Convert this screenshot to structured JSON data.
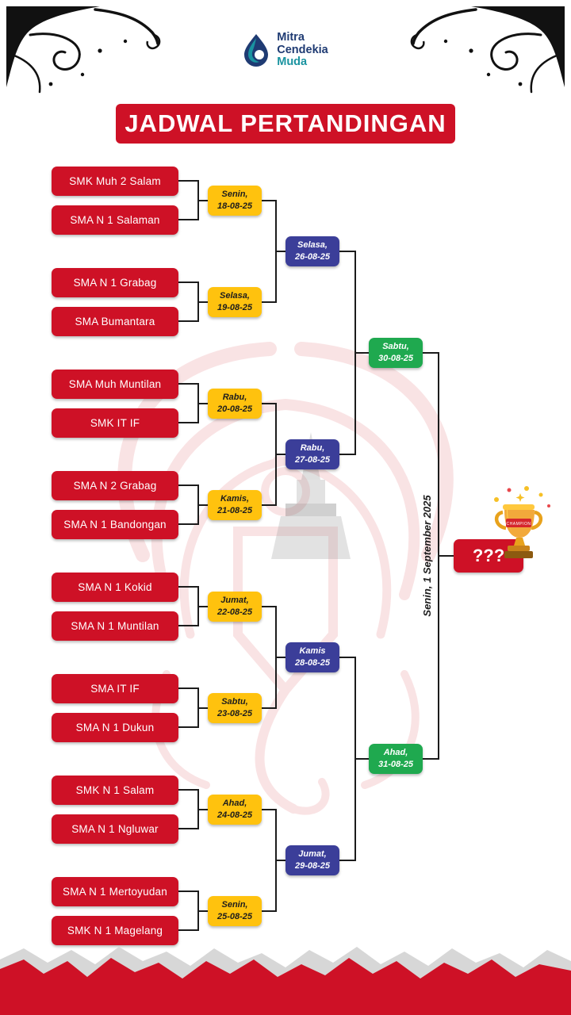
{
  "logo": {
    "line1": "Mitra",
    "line2": "Cendekia",
    "line3": "Muda"
  },
  "title": "JADWAL PERTANDINGAN",
  "colors": {
    "red": "#CE1126",
    "yellow": "#FFC20E",
    "blue": "#3B3E99",
    "green": "#1FA94F"
  },
  "round1": [
    {
      "t1": "SMK Muh 2 Salam",
      "t2": "SMA N 1 Salaman",
      "day": "Senin,",
      "date": "18-08-25"
    },
    {
      "t1": "SMA N 1 Grabag",
      "t2": "SMA Bumantara",
      "day": "Selasa,",
      "date": "19-08-25"
    },
    {
      "t1": "SMA Muh Muntilan",
      "t2": "SMK IT IF",
      "day": "Rabu,",
      "date": "20-08-25"
    },
    {
      "t1": "SMA N 2 Grabag",
      "t2": "SMA N 1 Bandongan",
      "day": "Kamis,",
      "date": "21-08-25"
    },
    {
      "t1": "SMA N 1 Kokid",
      "t2": "SMA N 1 Muntilan",
      "day": "Jumat,",
      "date": "22-08-25"
    },
    {
      "t1": "SMA IT IF",
      "t2": "SMA N 1 Dukun",
      "day": "Sabtu,",
      "date": "23-08-25"
    },
    {
      "t1": "SMK N 1 Salam",
      "t2": "SMA N 1 Ngluwar",
      "day": "Ahad,",
      "date": "24-08-25"
    },
    {
      "t1": "SMA N 1 Mertoyudan",
      "t2": "SMK N 1 Magelang",
      "day": "Senin,",
      "date": "25-08-25"
    }
  ],
  "round2": [
    {
      "day": "Selasa,",
      "date": "26-08-25"
    },
    {
      "day": "Rabu,",
      "date": "27-08-25"
    },
    {
      "day": "Kamis",
      "date": "28-08-25"
    },
    {
      "day": "Jumat,",
      "date": "29-08-25"
    }
  ],
  "round3": [
    {
      "day": "Sabtu,",
      "date": "30-08-25"
    },
    {
      "day": "Ahad,",
      "date": "31-08-25"
    }
  ],
  "final": {
    "placeholder": "???",
    "date": "Senin, 1 September 2025",
    "trophy_ribbon": "CHAMPION"
  }
}
